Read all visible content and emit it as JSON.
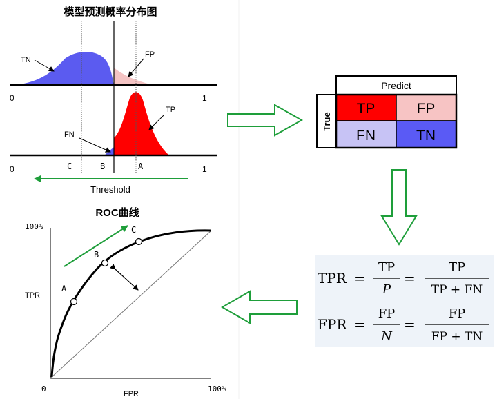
{
  "dist": {
    "title": "模型预测概率分布图",
    "tn_label": "TN",
    "fp_label": "FP",
    "tp_label": "TP",
    "fn_label": "FN",
    "top_axis_start": "0",
    "top_axis_end": "1",
    "bottom_axis_start": "0",
    "bottom_axis_end": "1",
    "marker_c": "C",
    "marker_b": "B",
    "marker_a": "A",
    "threshold_label": "Threshold"
  },
  "matrix": {
    "predict_label": "Predict",
    "true_label": "True",
    "tp": "TP",
    "fp": "FP",
    "fn": "FN",
    "tn": "TN",
    "colors": {
      "tp": "#ff0000",
      "fp": "#f7c4c4",
      "fn": "#c7c3f5",
      "tn": "#5a5af5"
    }
  },
  "roc": {
    "title": "ROC曲线",
    "y_top": "100%",
    "y_label": "TPR",
    "x_origin": "0",
    "x_end": "100%",
    "x_label": "FPR",
    "point_a": "A",
    "point_b": "B",
    "point_c": "C"
  },
  "formulas": {
    "tpr": {
      "lhs": "TPR",
      "num1": "TP",
      "den1": "P",
      "num2": "TP",
      "den2": "TP + FN"
    },
    "fpr": {
      "lhs": "FPR",
      "num1": "FP",
      "den1": "N",
      "num2": "FP",
      "den2": "FP + TN"
    }
  },
  "colors": {
    "blue_dist": "#5b5bf0",
    "pink_dist": "#f4c4c4",
    "red_dist": "#ff0000",
    "arrow_green": "#1e9e3a"
  }
}
